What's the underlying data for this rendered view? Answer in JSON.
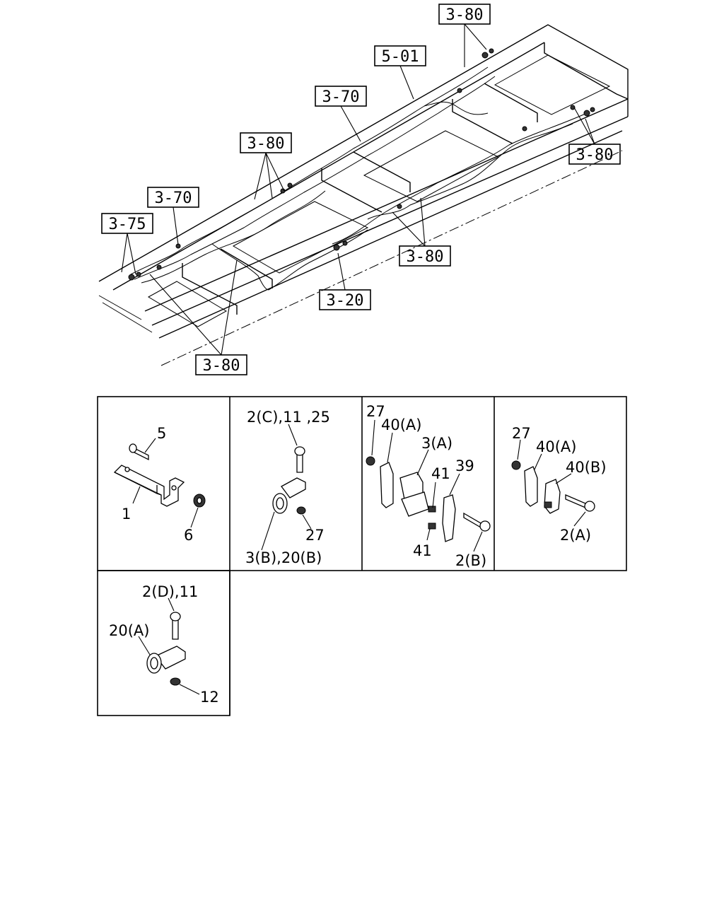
{
  "overview": {
    "refs": [
      {
        "id": "ref-380-top",
        "label": "3-80"
      },
      {
        "id": "ref-501",
        "label": "5-01"
      },
      {
        "id": "ref-370-upper",
        "label": "3-70"
      },
      {
        "id": "ref-380-right",
        "label": "3-80"
      },
      {
        "id": "ref-380-upper-left",
        "label": "3-80"
      },
      {
        "id": "ref-370-left",
        "label": "3-70"
      },
      {
        "id": "ref-375",
        "label": "3-75"
      },
      {
        "id": "ref-380-mid-right",
        "label": "3-80"
      },
      {
        "id": "ref-320",
        "label": "3-20"
      },
      {
        "id": "ref-380-bottom",
        "label": "3-80"
      }
    ]
  },
  "panels": {
    "p1": {
      "labels": [
        "5",
        "1",
        "6"
      ]
    },
    "p2": {
      "labels": [
        "2(C),11 ,25",
        "27",
        "3(B),20(B)"
      ]
    },
    "p3": {
      "labels": [
        "27",
        "40(A)",
        "3(A)",
        "39",
        "41",
        "41",
        "2(B)"
      ]
    },
    "p4": {
      "labels": [
        "27",
        "40(A)",
        "40(B)",
        "2(A)"
      ]
    },
    "p5": {
      "labels": [
        "2(D),11",
        "20(A)",
        "12"
      ]
    }
  }
}
